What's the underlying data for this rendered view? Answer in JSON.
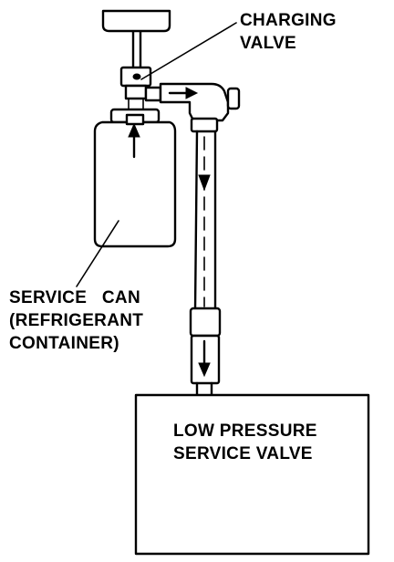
{
  "labels": {
    "charging_valve": [
      "CHARGING",
      "VALVE"
    ],
    "service_can": [
      "SERVICE   CAN",
      "(REFRIGERANT",
      "CONTAINER)"
    ],
    "low_pressure_valve": [
      "LOW PRESSURE",
      "SERVICE VALVE"
    ]
  },
  "colors": {
    "ink": "#000000",
    "paper": "#ffffff"
  }
}
